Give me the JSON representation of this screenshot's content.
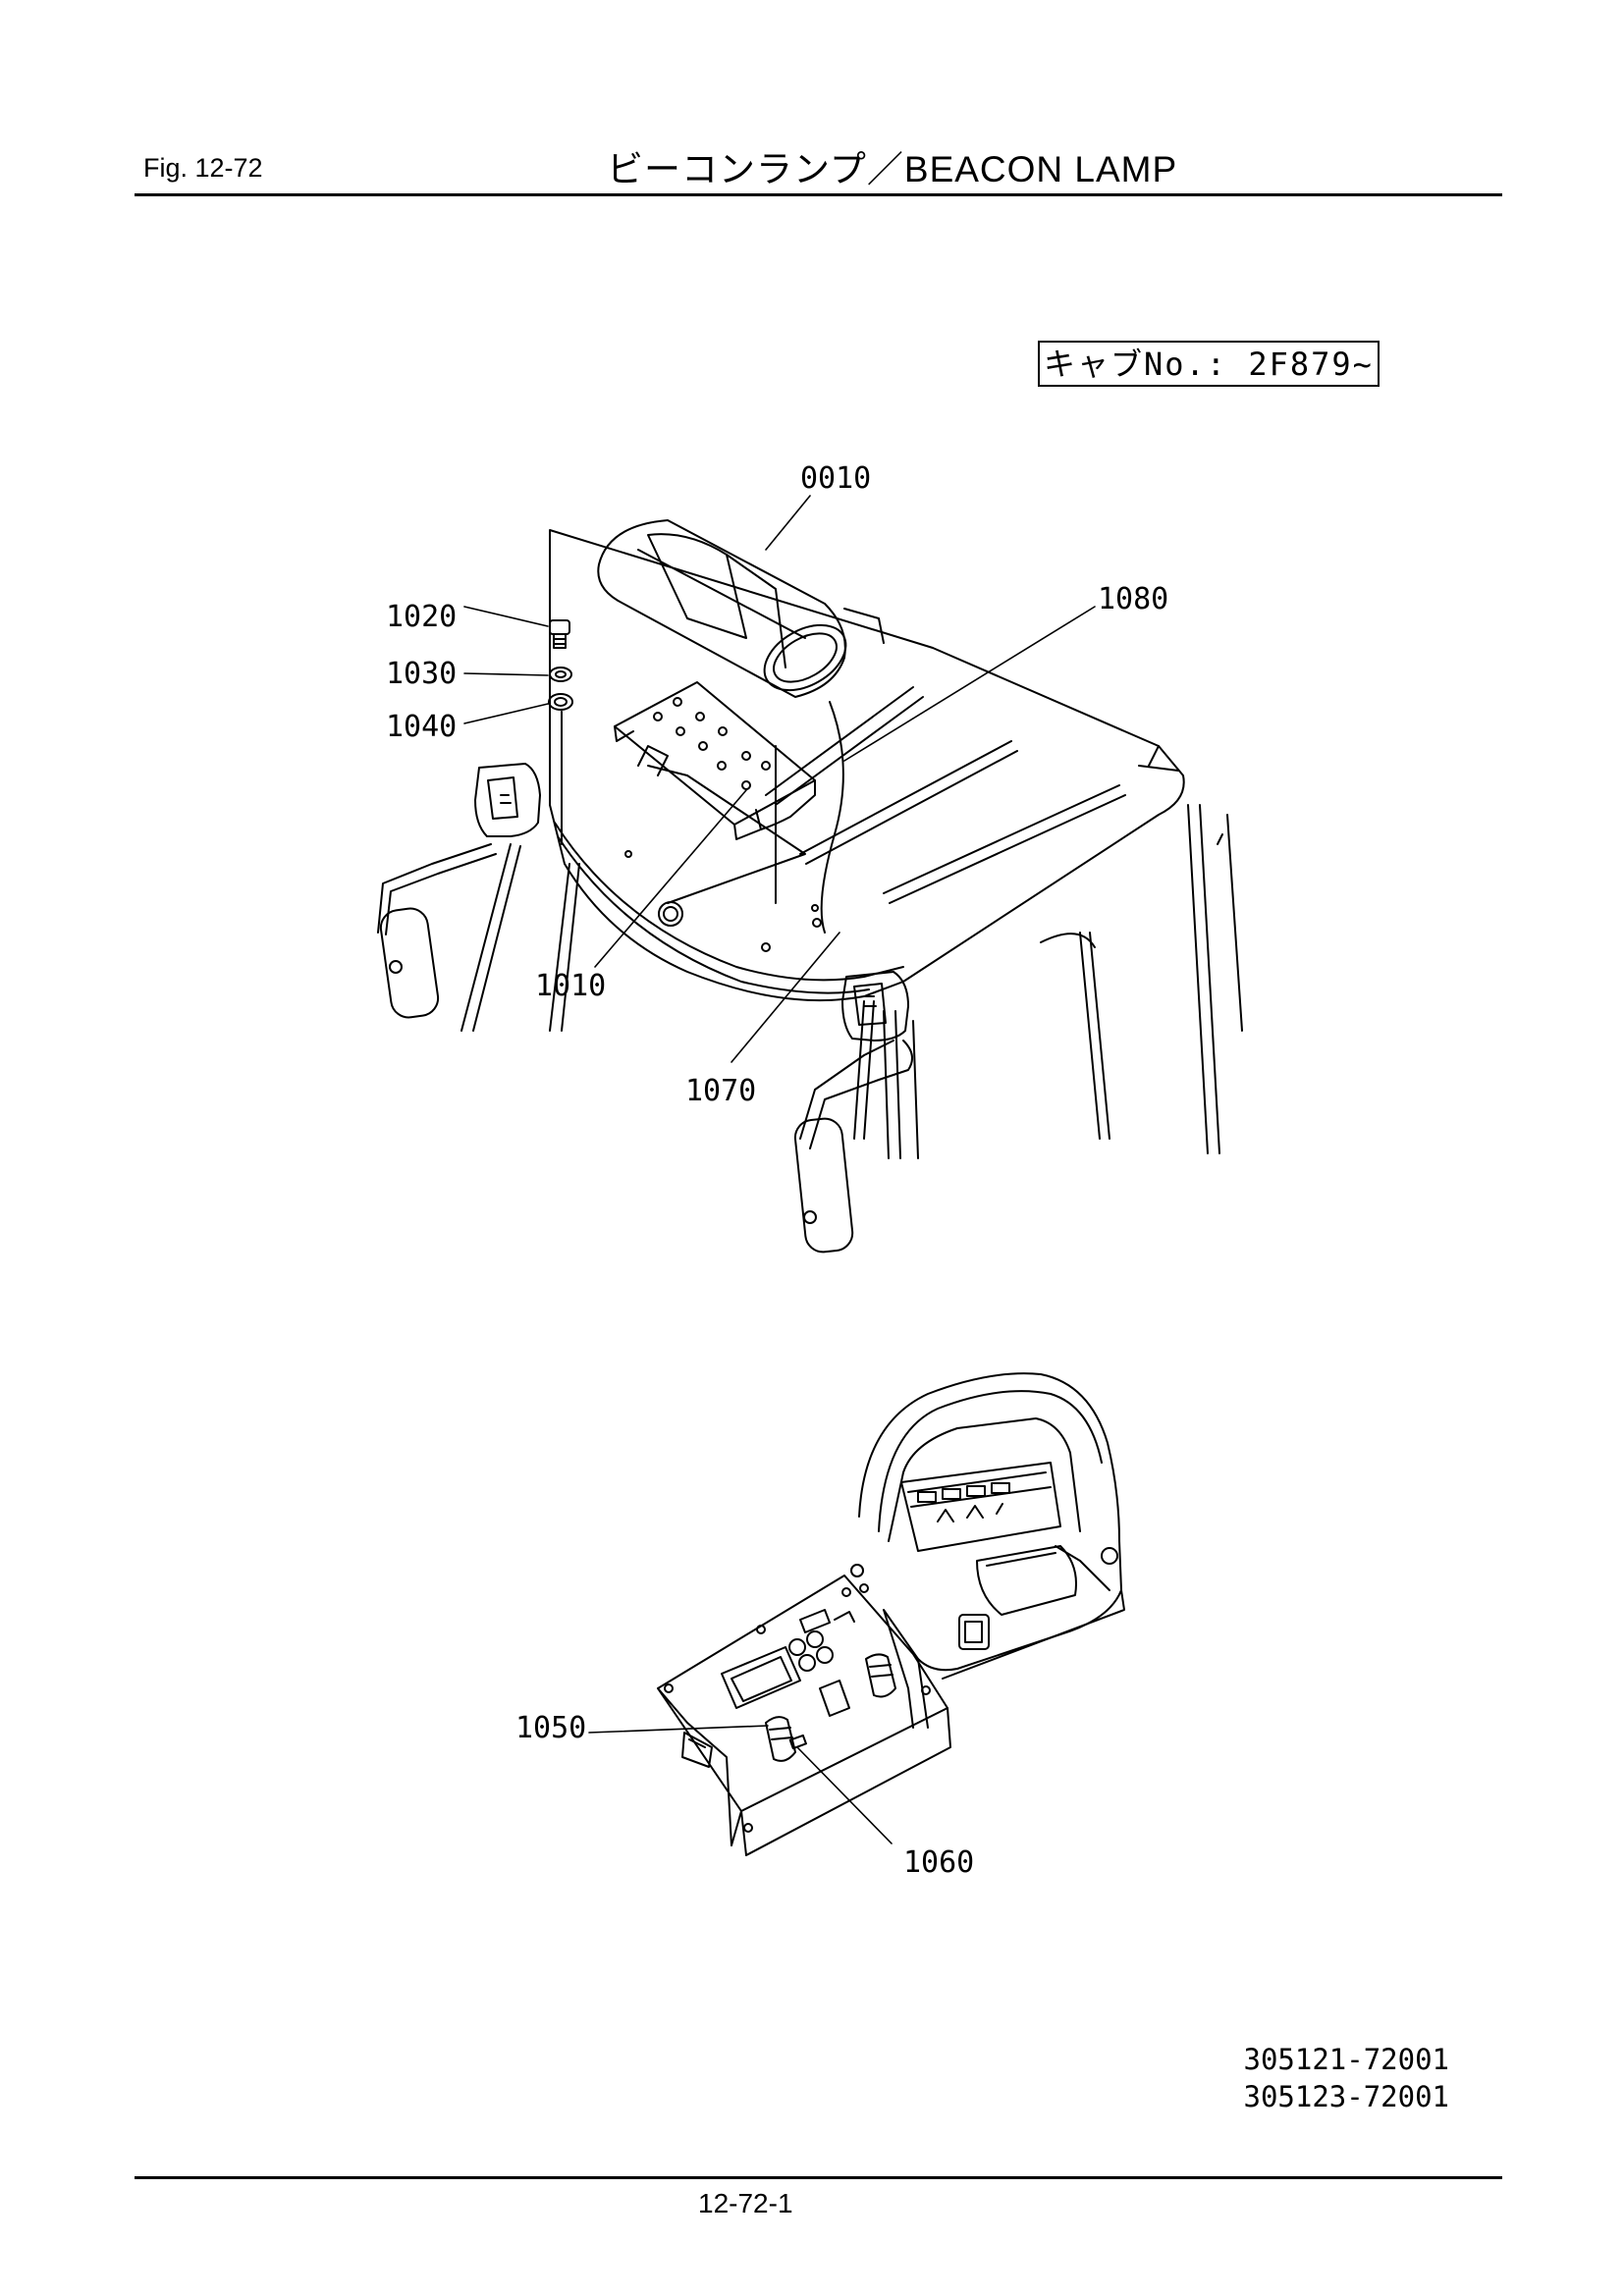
{
  "header": {
    "fig_label": "Fig.  12-72",
    "title": "ビーコンランプ／BEACON  LAMP"
  },
  "serial_note": "キャブNo.: 2F879~",
  "callouts": {
    "c0010": "0010",
    "c1020": "1020",
    "c1030": "1030",
    "c1040": "1040",
    "c1080": "1080",
    "c1010": "1010",
    "c1070": "1070",
    "c1050": "1050",
    "c1060": "1060"
  },
  "document_numbers": [
    "305121-72001",
    "305123-72001"
  ],
  "footer": {
    "page_number": "12-72-1"
  }
}
